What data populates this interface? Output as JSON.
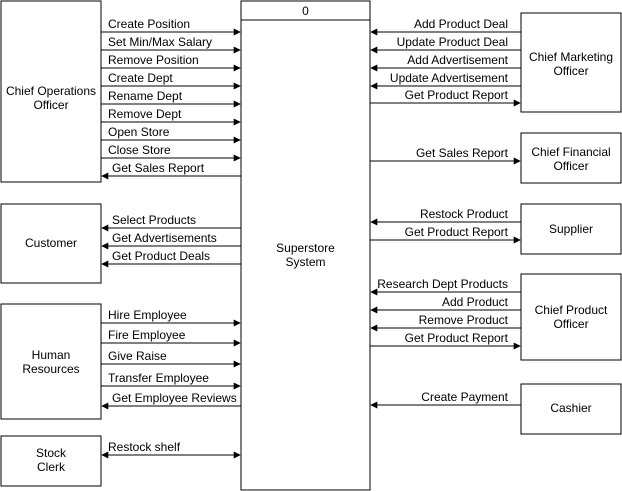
{
  "system": {
    "header": "0",
    "name_lines": [
      "Superstore",
      "System"
    ]
  },
  "entities": {
    "coo": {
      "lines": [
        "Chief Operations",
        "Officer"
      ]
    },
    "customer": {
      "lines": [
        "Customer"
      ]
    },
    "hr": {
      "lines": [
        "Human",
        "Resources"
      ]
    },
    "stock_clerk": {
      "lines": [
        "Stock",
        "Clerk"
      ]
    },
    "cmo": {
      "lines": [
        "Chief Marketing",
        "Officer"
      ]
    },
    "cfo": {
      "lines": [
        "Chief Financial",
        "Officer"
      ]
    },
    "supplier": {
      "lines": [
        "Supplier"
      ]
    },
    "cpo": {
      "lines": [
        "Chief Product",
        "Officer"
      ]
    },
    "cashier": {
      "lines": [
        "Cashier"
      ]
    }
  },
  "flows": {
    "coo": [
      "Create Position",
      "Set Min/Max Salary",
      "Remove Position",
      "Create Dept",
      "Rename Dept",
      "Remove Dept",
      "Open Store",
      "Close Store",
      "Get Sales Report"
    ],
    "customer": [
      "Select Products",
      "Get Advertisements",
      "Get Product Deals"
    ],
    "hr": [
      "Hire Employee",
      "Fire Employee",
      "Give Raise",
      "Transfer Employee",
      "Get Employee Reviews"
    ],
    "stock_clerk": [
      "Restock shelf"
    ],
    "cmo": [
      "Add Product Deal",
      "Update Product Deal",
      "Add Advertisement",
      "Update Advertisement",
      "Get Product Report"
    ],
    "cfo": [
      "Get Sales Report"
    ],
    "supplier": [
      "Restock Product",
      "Get Product Report"
    ],
    "cpo": [
      "Research Dept Products",
      "Add Product",
      "Remove Product",
      "Get Product Report"
    ],
    "cashier": [
      "Create Payment"
    ]
  }
}
